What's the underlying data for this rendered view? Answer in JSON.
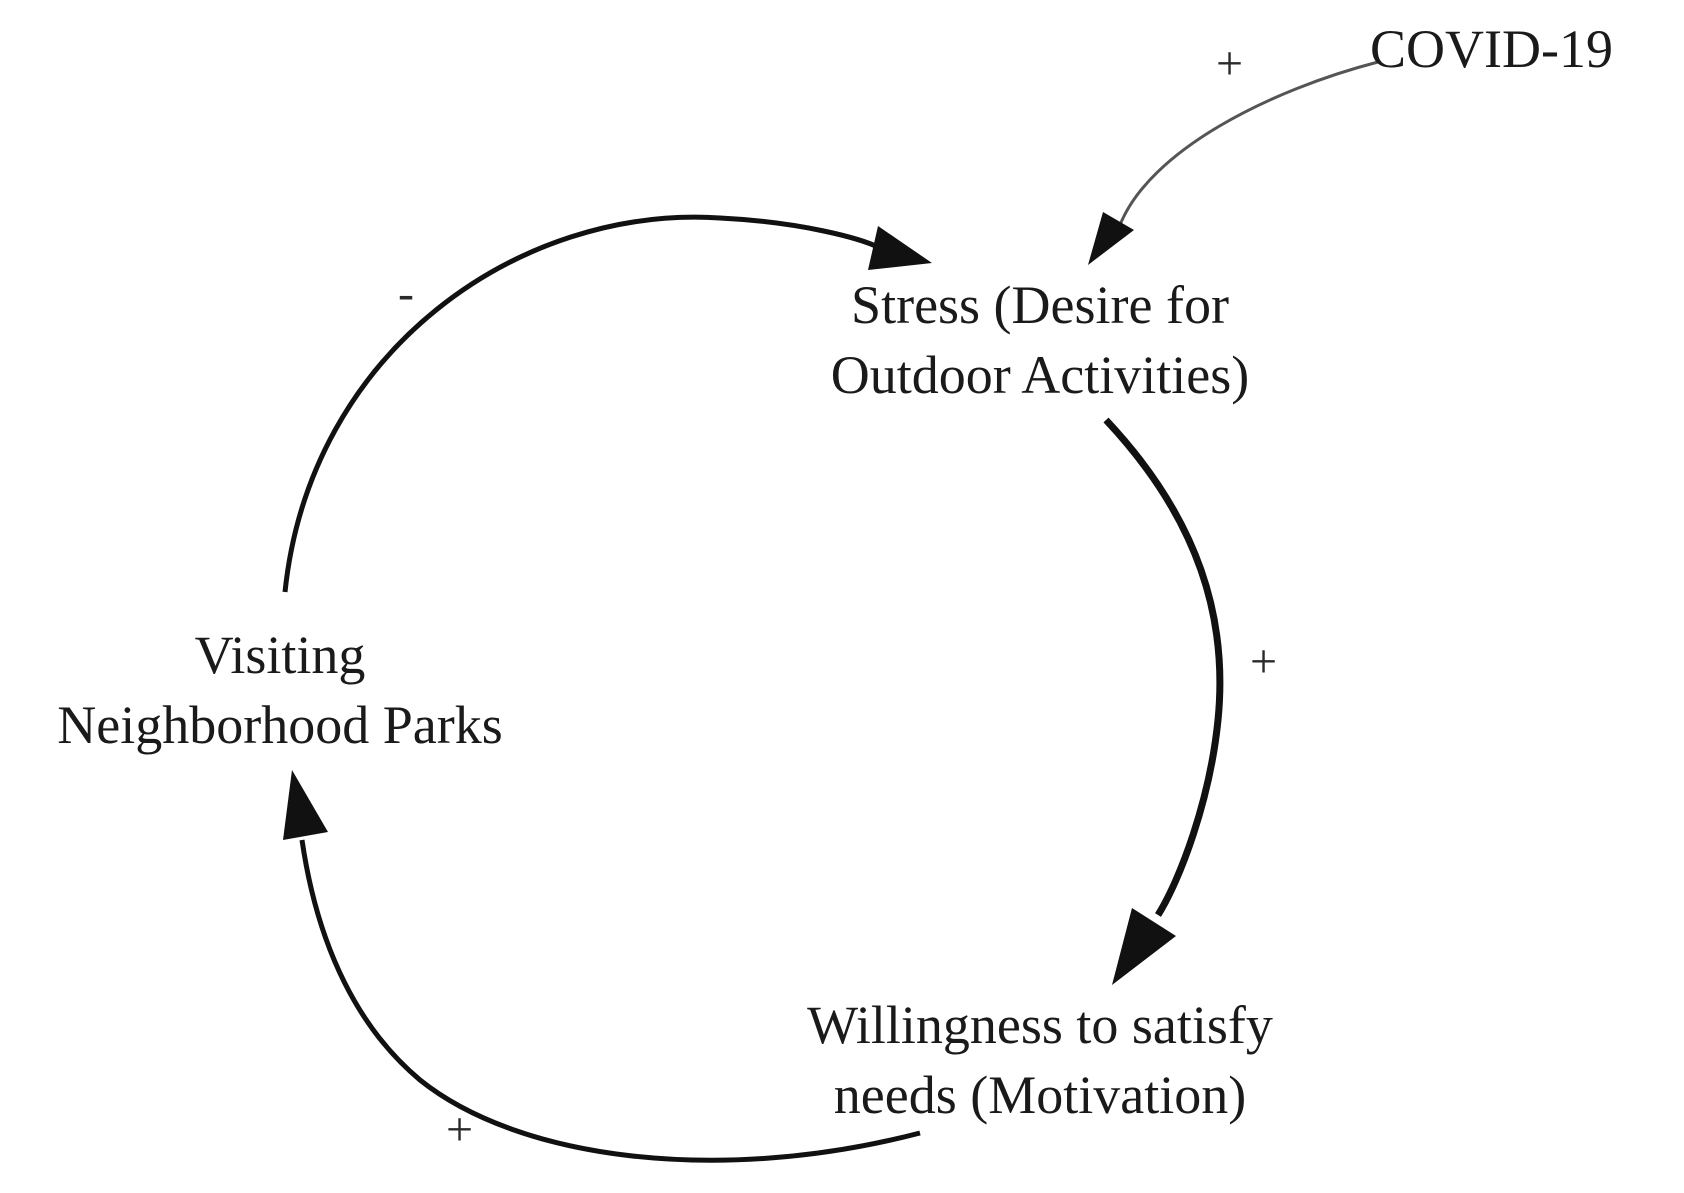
{
  "diagram": {
    "nodes": {
      "covid": {
        "label": "COVID-19"
      },
      "stress": {
        "line1": "Stress (Desire for",
        "line2": "Outdoor Activities)"
      },
      "visiting": {
        "line1": "Visiting",
        "line2": "Neighborhood Parks"
      },
      "willingness": {
        "line1": "Willingness to satisfy",
        "line2": "needs (Motivation)"
      }
    },
    "links": [
      {
        "from": "covid",
        "to": "stress",
        "polarity": "+"
      },
      {
        "from": "visiting",
        "to": "stress",
        "polarity": "-"
      },
      {
        "from": "stress",
        "to": "willingness",
        "polarity": "+"
      },
      {
        "from": "willingness",
        "to": "visiting",
        "polarity": "+"
      }
    ]
  }
}
